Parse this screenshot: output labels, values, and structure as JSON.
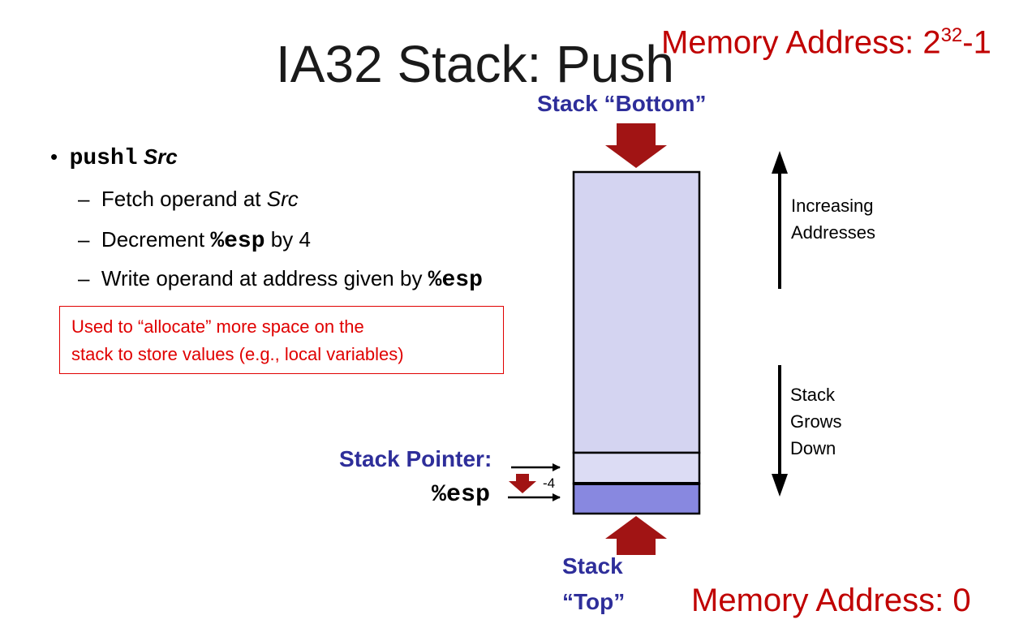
{
  "title": "IA32 Stack: Push",
  "memory_top": {
    "prefix": "Memory Address: 2",
    "exponent": "32",
    "suffix": "-1"
  },
  "memory_bottom": "Memory Address: 0",
  "stack_bottom_label": "Stack “Bottom”",
  "stack_top_label": [
    "Stack",
    "“Top”"
  ],
  "instruction": {
    "mnemonic": "pushl",
    "operand": "Src",
    "steps": [
      {
        "pre": "Fetch operand at ",
        "code": "",
        "ital": "Src",
        "post": ""
      },
      {
        "pre": "Decrement ",
        "code": "%esp",
        "ital": "",
        "post": " by 4"
      },
      {
        "pre": "Write operand at address given by ",
        "code": "%esp",
        "ital": "",
        "post": ""
      }
    ]
  },
  "note": [
    "Used to “allocate” more space on the",
    "stack to store values (e.g., local variables)"
  ],
  "increasing_addresses": [
    "Increasing",
    "Addresses"
  ],
  "stack_grows": [
    "Stack",
    "Grows",
    "Down"
  ],
  "stack_pointer_label": "Stack Pointer:",
  "esp_label": "%esp",
  "offset_label": "-4",
  "colors": {
    "title": "#1a1a1a",
    "memory_address": "#c00000",
    "label_blue": "#2e2e9a",
    "arrow_dark_red": "#a11414",
    "stack_fill": "#d4d4f1",
    "stack_top_cell": "#dcdcf4",
    "pushed_cell": "#8888e0",
    "note_red": "#e00000"
  }
}
